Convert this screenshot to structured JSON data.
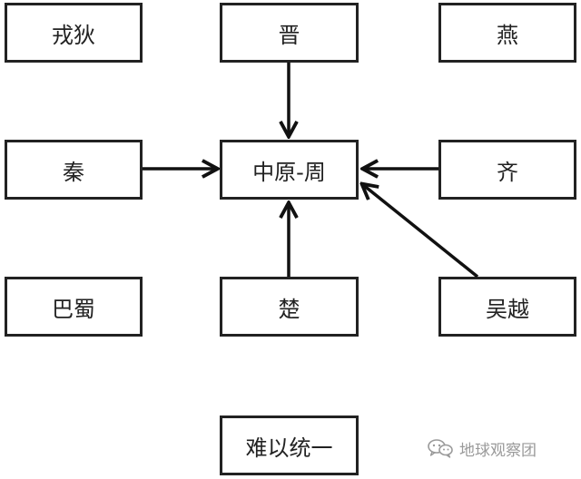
{
  "nodes": {
    "rongdi": "戎狄",
    "jin": "晋",
    "yan": "燕",
    "qin": "秦",
    "center": "中原-周",
    "qi": "齐",
    "bashu": "巴蜀",
    "chu": "楚",
    "wuyue": "吴越",
    "result": "难以统一"
  },
  "edges": [
    {
      "from": "晋",
      "to": "中原-周"
    },
    {
      "from": "秦",
      "to": "中原-周"
    },
    {
      "from": "齐",
      "to": "中原-周"
    },
    {
      "from": "楚",
      "to": "中原-周"
    },
    {
      "from": "吴越",
      "to": "中原-周"
    }
  ],
  "watermark": {
    "text": "地球观察团",
    "icon": "wechat-icon"
  }
}
